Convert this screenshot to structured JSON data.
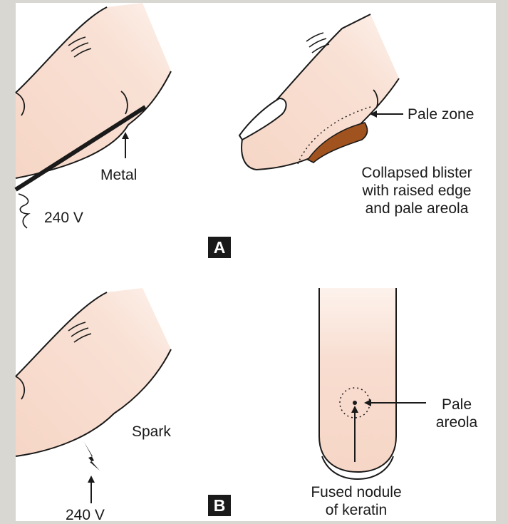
{
  "colors": {
    "skin": "#f8ddd0",
    "skin_edge": "#fdeee6",
    "burn": "#a0521f",
    "outline": "#1a1a1a",
    "frame": "#d9d7d2"
  },
  "panel_a": {
    "label": "A",
    "metal_label": "Metal",
    "voltage_label": "240 V",
    "pale_zone_label": "Pale zone",
    "blister_lines": [
      "Collapsed blister",
      "with raised edge",
      "and pale areola"
    ]
  },
  "panel_b": {
    "label": "B",
    "spark_label": "Spark",
    "voltage_label": "240 V",
    "pale_areola_lines": [
      "Pale",
      "areola"
    ],
    "nodule_lines": [
      "Fused nodule",
      "of keratin"
    ]
  }
}
